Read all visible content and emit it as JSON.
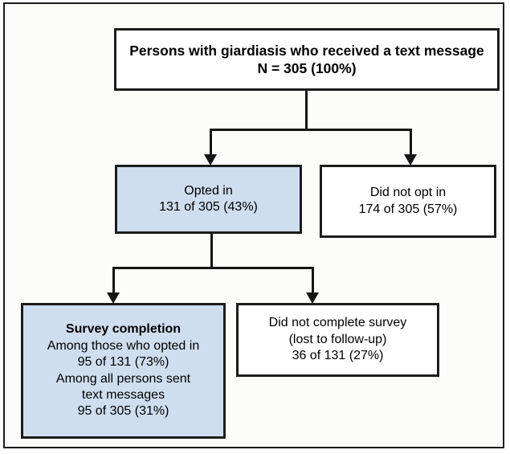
{
  "figure": {
    "type": "flowchart",
    "title": "Persons with giardiasis who received a text message",
    "background_color": "#fcfdfa",
    "frame_color": "#1a1a1a",
    "highlight_fill": "#cedeef",
    "line_color": "#151515"
  },
  "nodes": {
    "top": {
      "id": "persons-received-text",
      "filled": false,
      "lines": [
        {
          "text": "Persons with giardiasis who received a text message",
          "bold": true
        },
        {
          "text": "N = 305 (100%)",
          "bold": true
        }
      ]
    },
    "opted_in": {
      "id": "opted-in",
      "filled": true,
      "lines": [
        {
          "text": "Opted in",
          "bold": false
        },
        {
          "text": "131 of 305 (43%)",
          "bold": false
        }
      ]
    },
    "did_not_opt_in": {
      "id": "did-not-opt-in",
      "filled": false,
      "lines": [
        {
          "text": "Did not opt in",
          "bold": false
        },
        {
          "text": "174 of 305 (57%)",
          "bold": false
        }
      ]
    },
    "survey_completion": {
      "id": "survey-completion",
      "filled": true,
      "lines": [
        {
          "text": "Survey completion",
          "bold": true
        },
        {
          "text": "Among those who opted in",
          "bold": false
        },
        {
          "text": "95 of 131 (73%)",
          "bold": false
        },
        {
          "text": "Among all persons sent",
          "bold": false
        },
        {
          "text": "text messages",
          "bold": false
        },
        {
          "text": "95 of 305 (31%)",
          "bold": false
        }
      ]
    },
    "did_not_complete": {
      "id": "did-not-complete-survey",
      "filled": false,
      "lines": [
        {
          "text": "Did not complete survey",
          "bold": false
        },
        {
          "text": "(lost to follow-up)",
          "bold": false
        },
        {
          "text": "36 of 131 (27%)",
          "bold": false
        }
      ]
    }
  },
  "edges": [
    {
      "from": "top",
      "to": "opted_in",
      "arrow": "down"
    },
    {
      "from": "top",
      "to": "did_not_opt_in",
      "arrow": "down"
    },
    {
      "from": "opted_in",
      "to": "survey_completion",
      "arrow": "down"
    },
    {
      "from": "opted_in",
      "to": "did_not_complete",
      "arrow": "down"
    }
  ]
}
